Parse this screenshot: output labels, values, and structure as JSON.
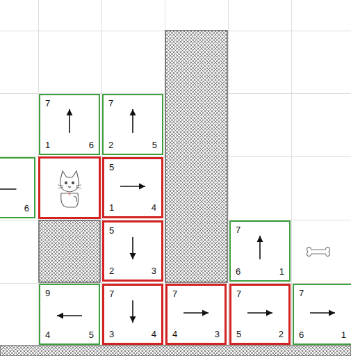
{
  "diagram": {
    "nodes": [
      {
        "text": [
          "7",
          "1",
          "6"
        ]
      },
      {
        "text": [
          "7",
          "2",
          "5"
        ]
      },
      {
        "text": [
          "6"
        ]
      },
      {
        "text": [
          "5",
          "1",
          "4"
        ]
      },
      {
        "text": [
          "5",
          "2",
          "3"
        ]
      },
      {
        "text": [
          "7",
          "6",
          "1"
        ]
      },
      {
        "text": [
          "9",
          "4",
          "5"
        ]
      },
      {
        "text": [
          "7",
          "3",
          "4"
        ]
      },
      {
        "text": [
          "7",
          "4",
          "3"
        ]
      },
      {
        "text": [
          "7",
          "5",
          "2"
        ]
      },
      {
        "text": [
          "7",
          "6",
          "1"
        ]
      }
    ]
  }
}
